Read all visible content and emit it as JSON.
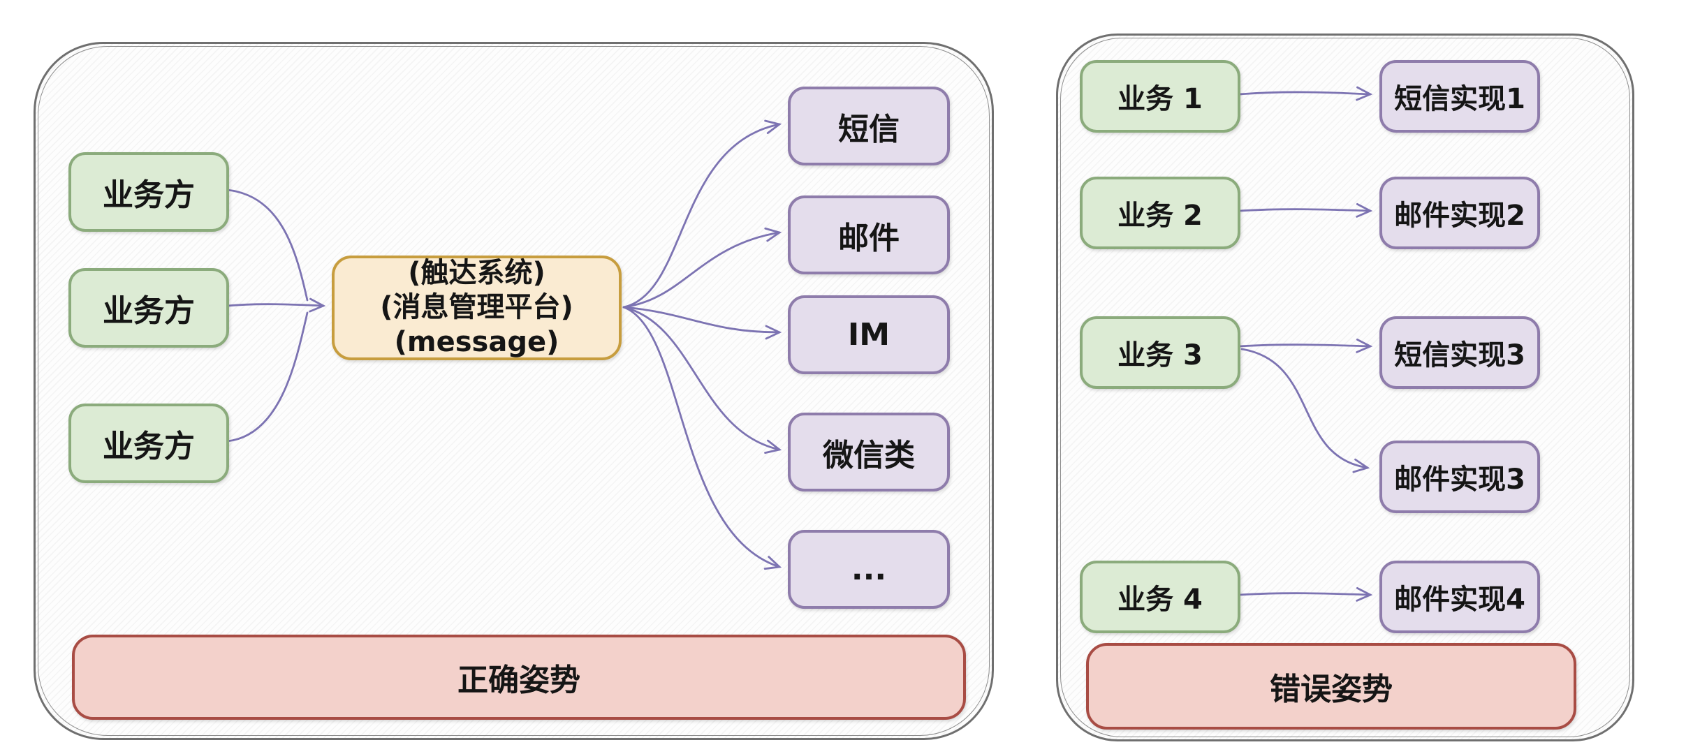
{
  "left_panel": {
    "caption": "正确姿势",
    "sources": [
      "业务方",
      "业务方",
      "业务方"
    ],
    "hub_lines": [
      "(触达系统)",
      "(消息管理平台)",
      "(message)"
    ],
    "channels": [
      "短信",
      "邮件",
      "IM",
      "微信类",
      "..."
    ]
  },
  "right_panel": {
    "caption": "错误姿势",
    "businesses": [
      "业务 1",
      "业务 2",
      "业务 3",
      "业务 4"
    ],
    "implementations": [
      "短信实现1",
      "邮件实现2",
      "短信实现3",
      "邮件实现3",
      "邮件实现4"
    ],
    "links": [
      {
        "from": "业务 1",
        "to": "短信实现1"
      },
      {
        "from": "业务 2",
        "to": "邮件实现2"
      },
      {
        "from": "业务 3",
        "to": "短信实现3"
      },
      {
        "from": "业务 3",
        "to": "邮件实现3"
      },
      {
        "from": "业务 4",
        "to": "邮件实现4"
      }
    ]
  },
  "colors": {
    "panel_border": "#6f6f6f",
    "source_fill": "#dcebd4",
    "source_border": "#8bab7c",
    "hub_fill": "#faebd2",
    "hub_border": "#c79d3e",
    "channel_fill": "#e4ddec",
    "channel_border": "#8e7cab",
    "caption_fill": "#f3d1cb",
    "caption_border": "#a84c44",
    "arrow": "#7c73b2",
    "text": "#151515"
  }
}
